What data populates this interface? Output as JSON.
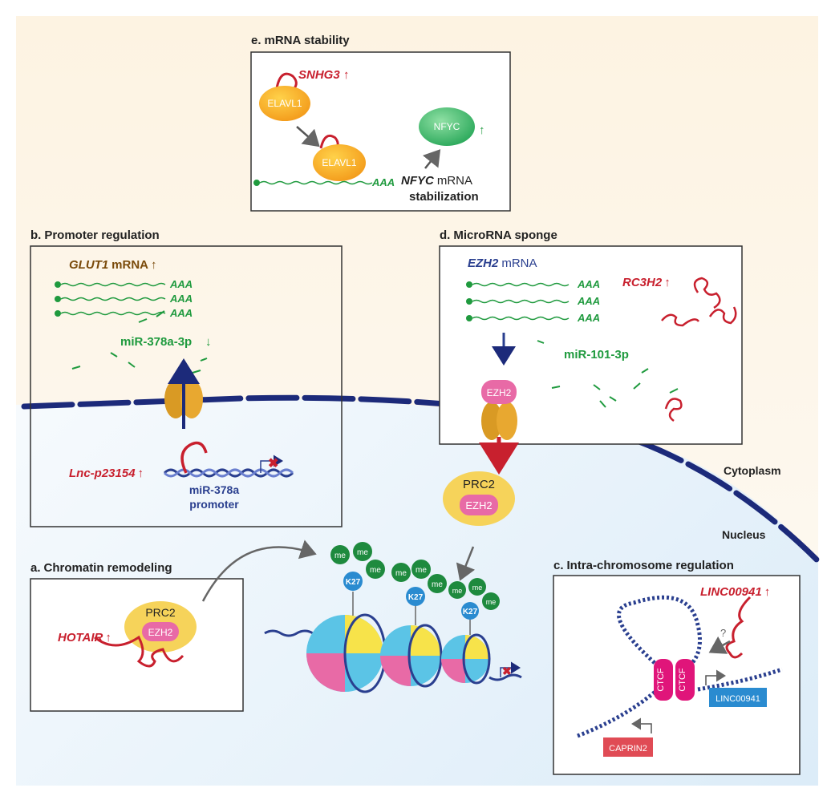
{
  "panels": {
    "e": {
      "letter": "e.",
      "title": "mRNA stability",
      "lnc": "SNHG3",
      "protein1": "ELAVL1",
      "protein2": "ELAVL1",
      "target": "NFYC",
      "caption_gene": "NFYC",
      "caption_rest": "mRNA",
      "caption_line2": "stabilization",
      "aaa": "AAA"
    },
    "b": {
      "letter": "b.",
      "title": "Promoter regulation",
      "gene": "GLUT1",
      "gene_suffix": "mRNA",
      "aaa": "AAA",
      "mirna": "miR-378a-3p",
      "lnc": "Lnc-p23154",
      "promoter_line1": "miR-378a",
      "promoter_line2": "promoter"
    },
    "d": {
      "letter": "d.",
      "title": "MicroRNA sponge",
      "gene": "EZH2",
      "gene_suffix": "mRNA",
      "aaa": "AAA",
      "lnc": "RC3H2",
      "mirna": "miR-101-3p",
      "protein": "EZH2"
    },
    "a": {
      "letter": "a.",
      "title": "Chromatin remodeling",
      "lnc": "HOTAIR",
      "complex": "PRC2",
      "protein": "EZH2"
    },
    "c": {
      "letter": "c.",
      "title": "Intra-chromosome regulation",
      "lnc": "LINC00941",
      "question": "?",
      "ctcf": "CTCF",
      "gene_left": "CAPRIN2",
      "gene_right": "LINC00941"
    }
  },
  "compartments": {
    "cytoplasm": "Cytoplasm",
    "nucleus": "Nucleus"
  },
  "center": {
    "complex": "PRC2",
    "protein": "EZH2",
    "methyl": "me",
    "histone_mark": "K27"
  },
  "colors": {
    "up_red": "#c8202e",
    "green": "#1f9a3e",
    "blue_dark": "#1c2a7a",
    "prc2_yellow": "#f6d35a",
    "ezh2_pink": "#e86aa6",
    "elavl_orange": "#f2a81d",
    "ctcf_magenta": "#e0157a",
    "caprin_red": "#e04b55",
    "linc_blue": "#2a8bd0"
  }
}
